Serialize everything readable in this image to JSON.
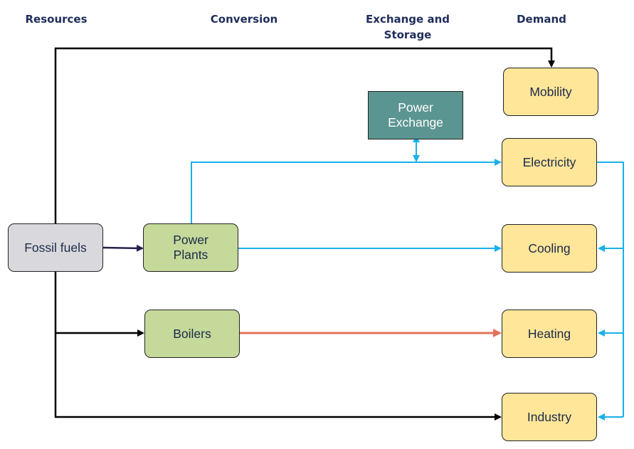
{
  "headers": {
    "resources": "Resources",
    "conversion": "Conversion",
    "exchange_storage": "Exchange and\nStorage",
    "demand": "Demand"
  },
  "nodes": {
    "fossil_fuels": "Fossil fuels",
    "power_plants": "Power\nPlants",
    "boilers": "Boilers",
    "power_exchange": "Power\nExchange",
    "mobility": "Mobility",
    "electricity": "Electricity",
    "cooling": "Cooling",
    "heating": "Heating",
    "industry": "Industry"
  },
  "colors": {
    "resource_fill": "#d9d9dd",
    "conversion_fill": "#c5d99a",
    "demand_fill": "#ffe699",
    "exchange_fill": "#5b9591",
    "fuel_flow": "#000000",
    "fuel_to_plant_flow": "#2a1f4d",
    "electricity_flow": "#1ab0e8",
    "heat_flow": "#e0725a"
  }
}
